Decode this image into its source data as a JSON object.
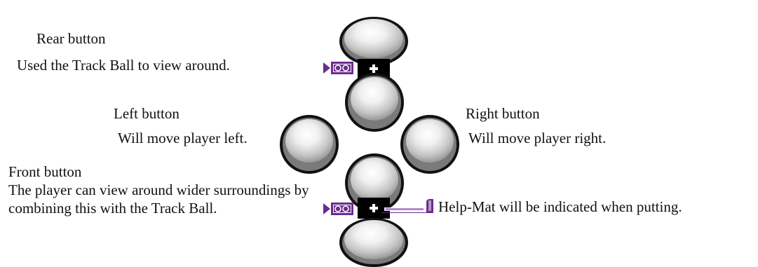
{
  "rear": {
    "title": "Rear button",
    "description": "Used the Track Ball to view around."
  },
  "left": {
    "title": "Left button",
    "description": "Will move player left."
  },
  "right": {
    "title": "Right button",
    "description": "Will move player right."
  },
  "front": {
    "title": "Front button",
    "description": "The player can view around wider surroundings by combining this with the Track Ball."
  },
  "help_mat": {
    "description": "Help-Mat will be indicated when putting."
  },
  "icons": {
    "camera": "camera-icon",
    "plus": "plus-icon",
    "putter": "putter-icon"
  },
  "colors": {
    "button_fill": "#bdbdbd",
    "button_highlight": "#ffffff",
    "button_outline": "#111111",
    "icon_purple": "#6a2c8e",
    "strip": "#000000",
    "background": "#ffffff"
  }
}
